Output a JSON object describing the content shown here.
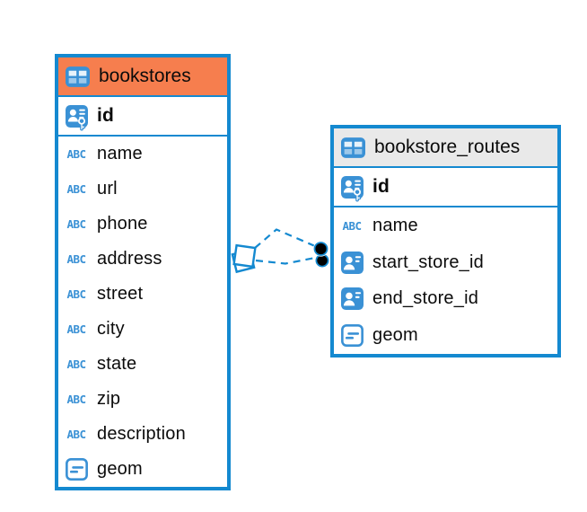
{
  "colors": {
    "table_border_blue": "#1489D0",
    "icon_blue": "#3A91D5",
    "bookstores_header": "#F67E4E",
    "routes_header": "#E9E9E9",
    "dot_black": "#000000"
  },
  "icons": {
    "text_glyph": "ABC"
  },
  "tables": [
    {
      "name": "bookstores",
      "header_color": "#F67E4E",
      "columns": [
        {
          "name": "id",
          "icon": "primary-key-icon",
          "pk": true
        },
        {
          "name": "name",
          "icon": "text-icon"
        },
        {
          "name": "url",
          "icon": "text-icon"
        },
        {
          "name": "phone",
          "icon": "text-icon"
        },
        {
          "name": "address",
          "icon": "text-icon"
        },
        {
          "name": "street",
          "icon": "text-icon"
        },
        {
          "name": "city",
          "icon": "text-icon"
        },
        {
          "name": "state",
          "icon": "text-icon"
        },
        {
          "name": "zip",
          "icon": "text-icon"
        },
        {
          "name": "description",
          "icon": "text-icon"
        },
        {
          "name": "geom",
          "icon": "geometry-icon"
        }
      ]
    },
    {
      "name": "bookstore_routes",
      "header_color": "#E9E9E9",
      "columns": [
        {
          "name": "id",
          "icon": "primary-key-icon",
          "pk": true
        },
        {
          "name": "name",
          "icon": "text-icon"
        },
        {
          "name": "start_store_id",
          "icon": "foreign-key-icon"
        },
        {
          "name": "end_store_id",
          "icon": "foreign-key-icon"
        },
        {
          "name": "geom",
          "icon": "geometry-icon"
        }
      ]
    }
  ],
  "relationships": {
    "count": 2,
    "line_style": "dashed",
    "from_table": "bookstores",
    "to_table": "bookstore_routes"
  }
}
